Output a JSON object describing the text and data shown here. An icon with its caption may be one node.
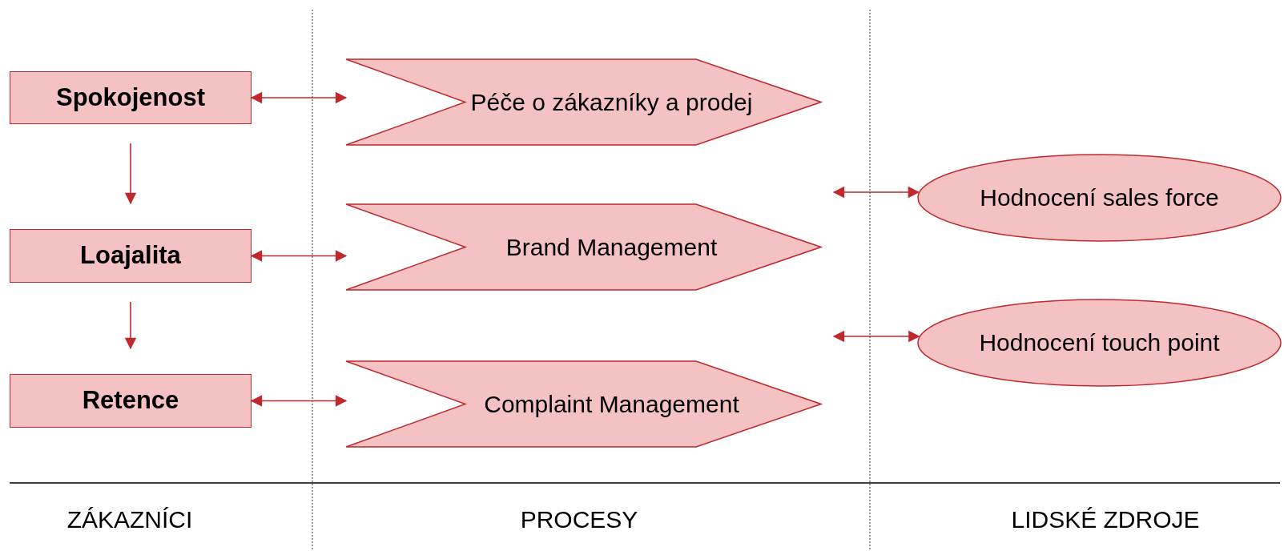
{
  "diagram": {
    "nodes": [
      {
        "text": [
          "Spokojenost"
        ]
      },
      {
        "text": [
          "Loajalita"
        ]
      },
      {
        "text": [
          "Retence"
        ]
      },
      {
        "text": [
          "Péče o zákazníky a prodej"
        ]
      },
      {
        "text": [
          "Brand Management"
        ]
      },
      {
        "text": [
          "Complaint Management"
        ]
      },
      {
        "text": [
          "Hodnocení sales force"
        ]
      },
      {
        "text": [
          "Hodnocení touch point"
        ]
      }
    ],
    "edges": [
      {
        "from": 0,
        "to": 3,
        "arrow": "both"
      },
      {
        "from": 1,
        "to": 4,
        "arrow": "both"
      },
      {
        "from": 2,
        "to": 5,
        "arrow": "both"
      },
      {
        "from": 0,
        "to": 1,
        "arrow": "to"
      },
      {
        "from": 1,
        "to": 2,
        "arrow": "to"
      },
      {
        "from": null,
        "to": 6,
        "arrow": "both"
      },
      {
        "from": null,
        "to": 7,
        "arrow": "both"
      }
    ],
    "labels": [
      "ZÁKAZNÍCI",
      "PROCESY",
      "LIDSKÉ ZDROJE"
    ]
  }
}
